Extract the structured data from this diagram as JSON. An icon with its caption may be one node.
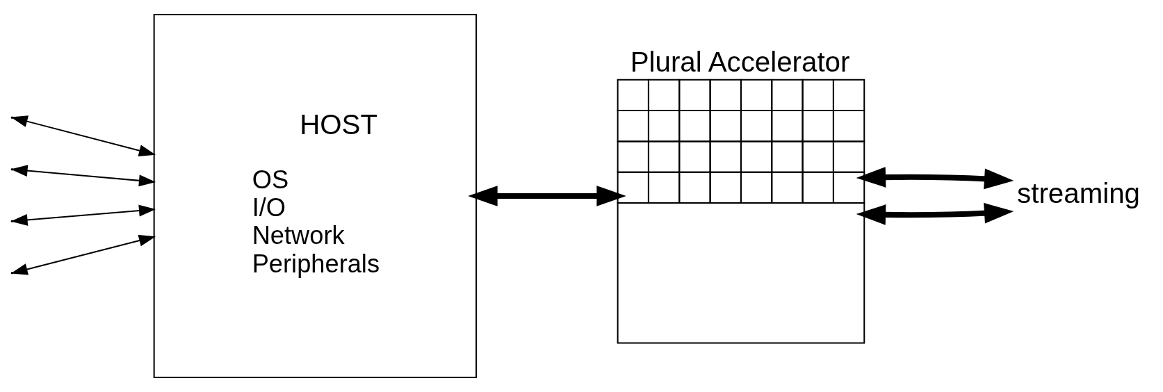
{
  "diagram": {
    "nodes": [
      {
        "text": [
          "HOST",
          "OS I/O Network Peripherals"
        ]
      },
      {
        "text": [
          "Plural Accelerator"
        ]
      },
      {
        "text": [
          "streaming"
        ]
      }
    ],
    "edges": [
      {
        "from": null,
        "to": 0,
        "arrow": "both"
      },
      {
        "from": null,
        "to": 0,
        "arrow": "both"
      },
      {
        "from": null,
        "to": 0,
        "arrow": "both"
      },
      {
        "from": null,
        "to": 0,
        "arrow": "both"
      },
      {
        "from": 0,
        "to": 1,
        "arrow": "both",
        "style": "thick"
      },
      {
        "from": 1,
        "to": 2,
        "arrow": "both",
        "style": "thick"
      },
      {
        "from": 1,
        "to": 2,
        "arrow": "both",
        "style": "thick"
      }
    ]
  }
}
